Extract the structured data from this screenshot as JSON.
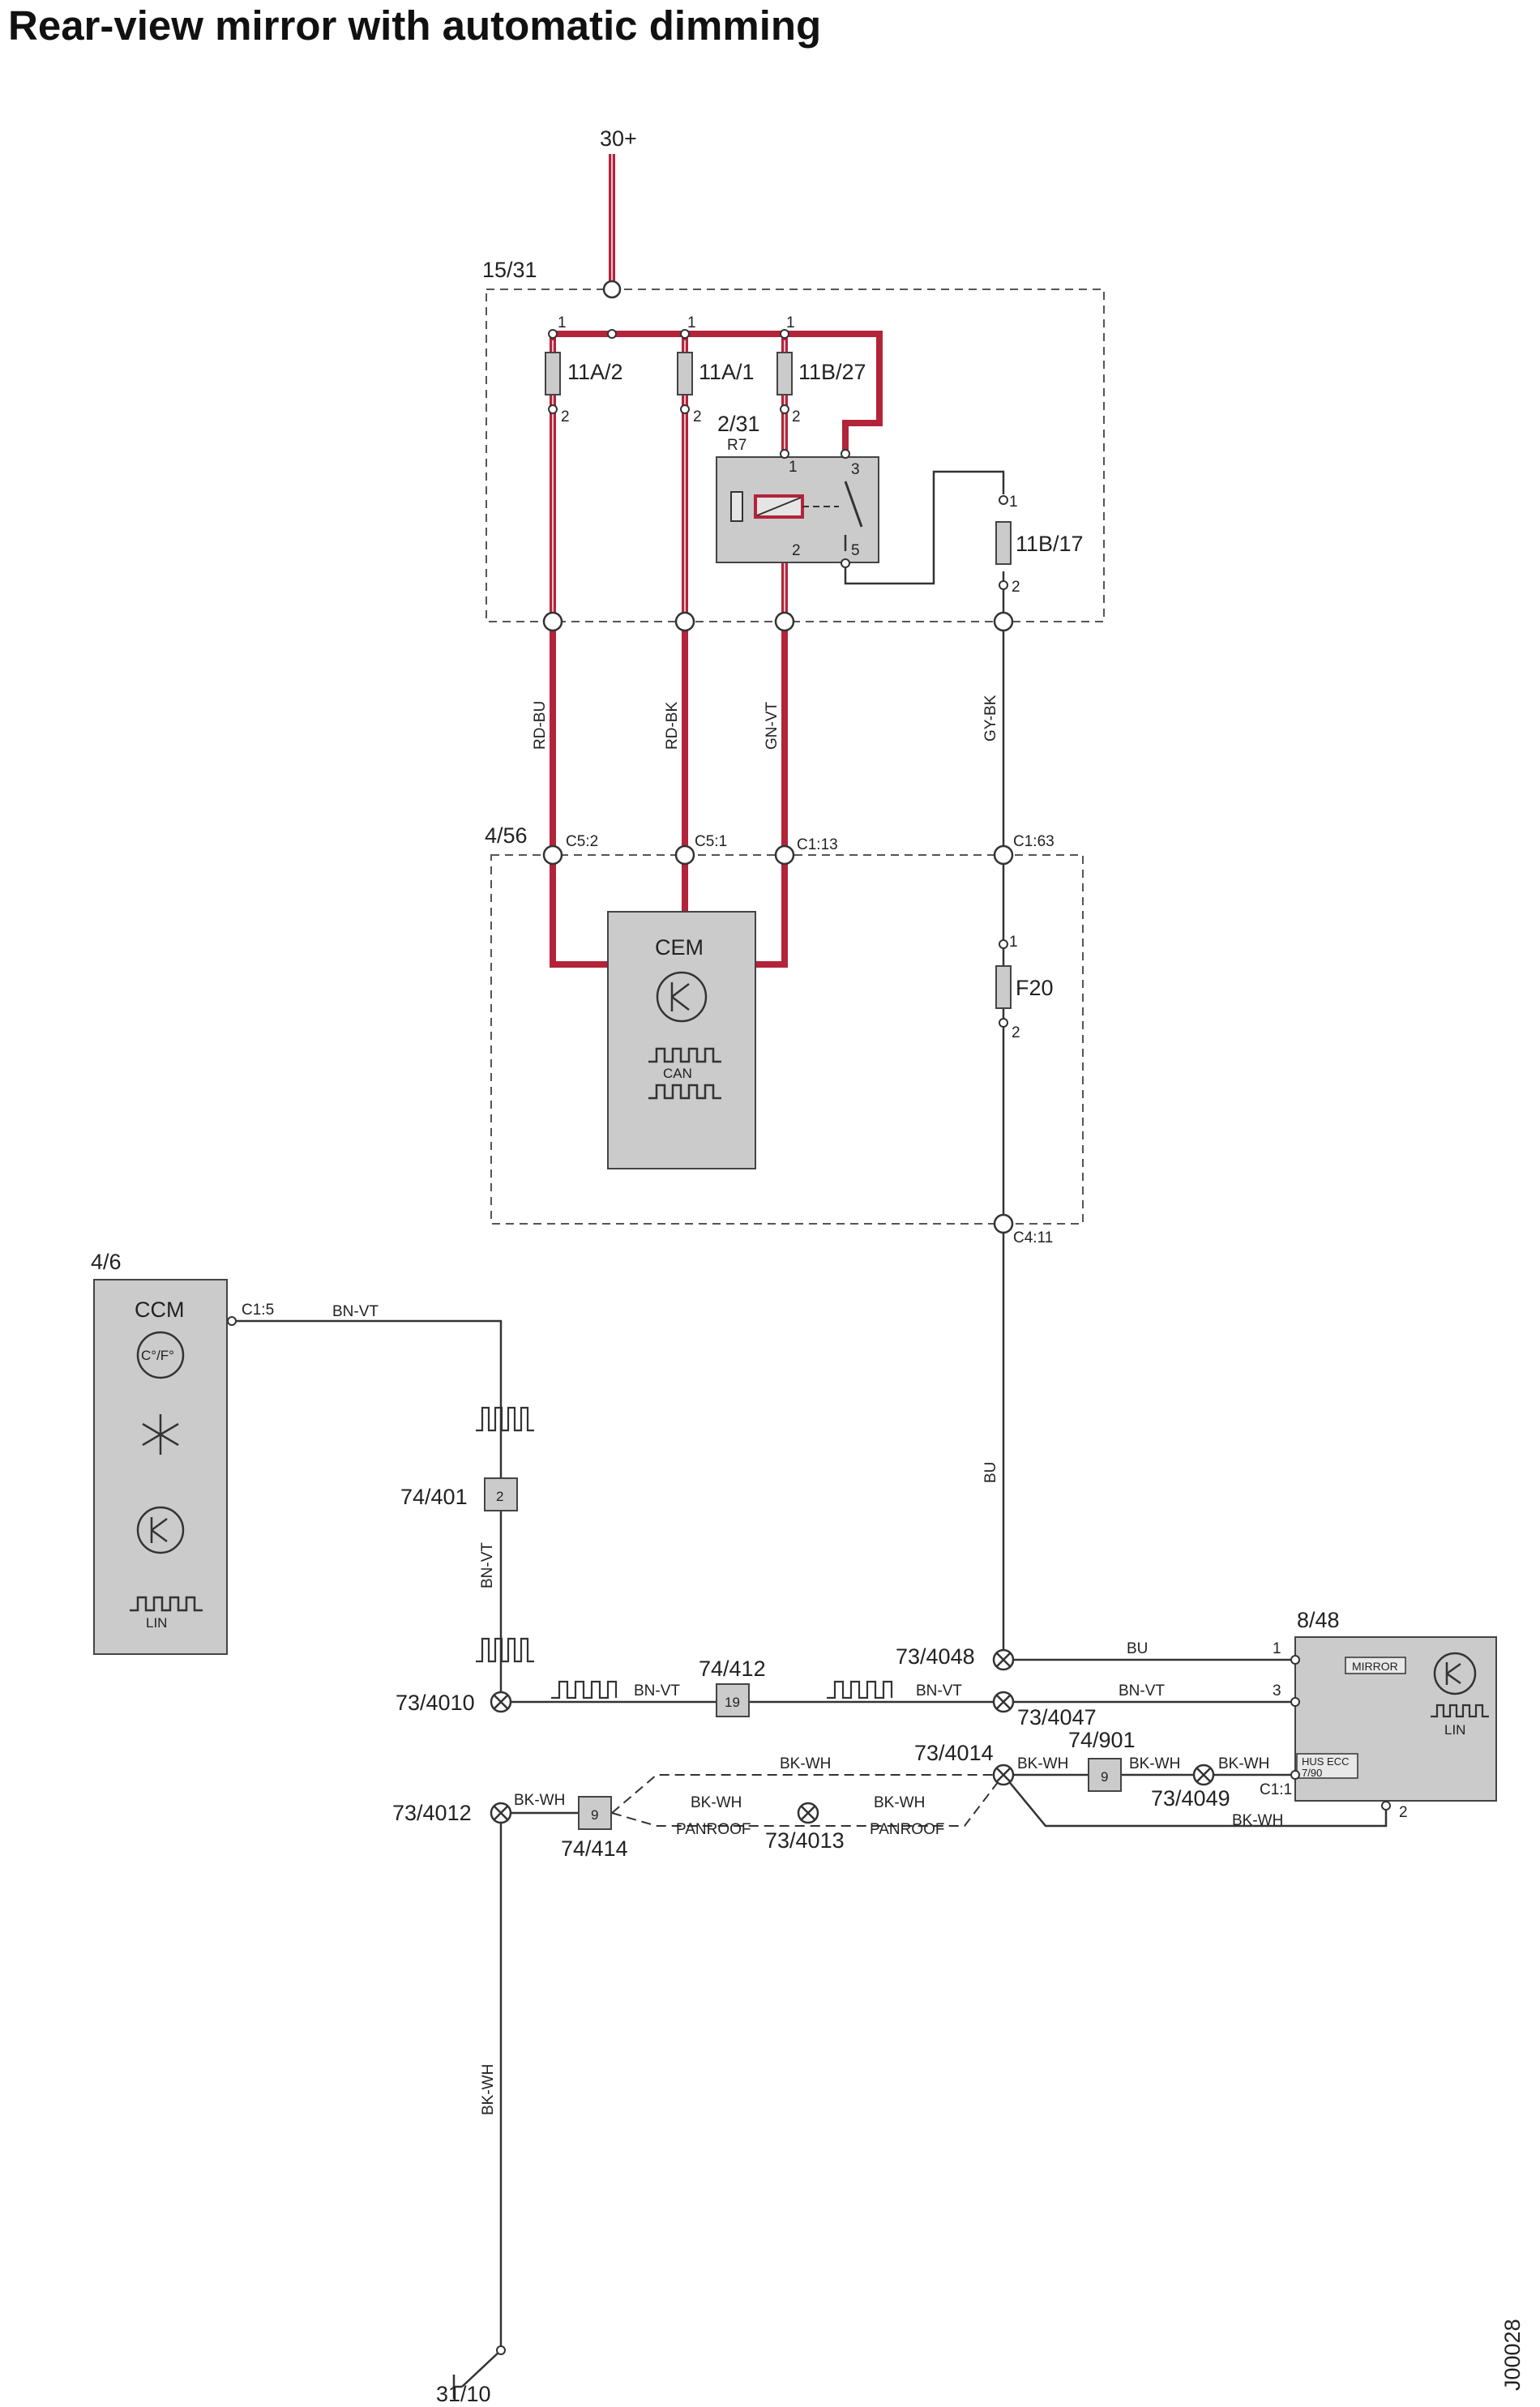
{
  "title": "Rear-view mirror with automatic dimming",
  "colors": {
    "power_wire": "#b3243a",
    "signal_wire": "#333333",
    "module_fill": "#cbcbcb",
    "outline": "#555555"
  },
  "labels": {
    "supply": "30+",
    "fuse_box": "15/31",
    "fuse_11a2": "11A/2",
    "fuse_11a1": "11A/1",
    "fuse_11b27": "11B/27",
    "relay_loc": "2/31",
    "relay": "R7",
    "fuse_11b17": "11B/17",
    "pin_1": "1",
    "pin_2": "2",
    "pin_3": "3",
    "pin_5": "5",
    "wire_rd_bu": "RD-BU",
    "wire_rd_bk": "RD-BK",
    "wire_gn_vt": "GN-VT",
    "wire_gy_bk": "GY-BK",
    "cem_loc": "4/56",
    "cem_c52": "C5:2",
    "cem_c51": "C5:1",
    "cem_c113": "C1:13",
    "cem_c163": "C1:63",
    "cem": "CEM",
    "can": "CAN",
    "fuse_f20": "F20",
    "cem_c411": "C4:11",
    "ccm_loc": "4/6",
    "ccm": "CCM",
    "ccm_temp": "C°/F°",
    "ccm_c15": "C1:5",
    "lin": "LIN",
    "wire_bn_vt": "BN-VT",
    "wire_bu": "BU",
    "wire_bk_wh": "BK-WH",
    "conn_74401": "74/401",
    "conn_74401_pin": "2",
    "conn_74412": "74/412",
    "conn_74412_pin": "19",
    "conn_74414": "74/414",
    "conn_74414_pin": "9",
    "conn_74901": "74/901",
    "conn_74901_pin": "9",
    "splice_734048": "73/4048",
    "splice_734047": "73/4047",
    "splice_734010": "73/4010",
    "splice_734014": "73/4014",
    "splice_734012": "73/4012",
    "splice_734013": "73/4013",
    "splice_734049": "73/4049",
    "panroof": "PANROOF",
    "mirror_loc": "8/48",
    "mirror": "MIRROR",
    "hus_ecc": "HUS ECC",
    "hus_ecc_code": "7/90",
    "mirror_c11": "C1:1",
    "ground": "31/10",
    "doc_id": "J00028"
  }
}
